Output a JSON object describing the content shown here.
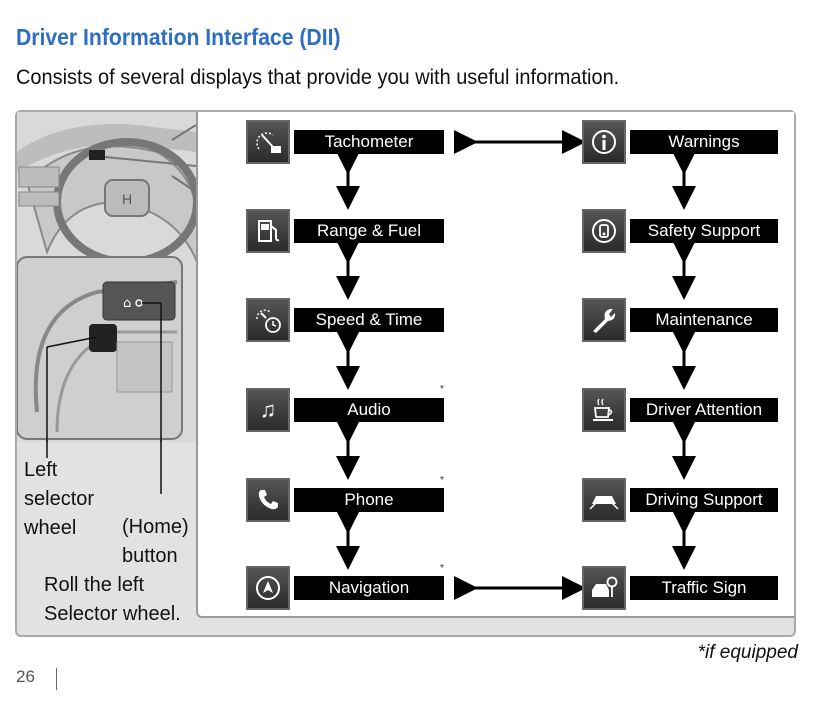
{
  "title": "Driver Information Interface (DII)",
  "subtitle": "Consists of several displays that provide you with useful information.",
  "displays_left": [
    {
      "label": "Tachometer",
      "icon": "tachometer-icon",
      "equipped_mark": ""
    },
    {
      "label": "Range & Fuel",
      "icon": "fuel-pump-icon",
      "equipped_mark": ""
    },
    {
      "label": "Speed & Time",
      "icon": "speed-time-icon",
      "equipped_mark": ""
    },
    {
      "label": "Audio",
      "icon": "music-note-icon",
      "equipped_mark": "*"
    },
    {
      "label": "Phone",
      "icon": "phone-icon",
      "equipped_mark": "*"
    },
    {
      "label": "Navigation",
      "icon": "navigation-icon",
      "equipped_mark": "*"
    }
  ],
  "displays_right": [
    {
      "label": "Warnings",
      "icon": "info-icon"
    },
    {
      "label": "Safety Support",
      "icon": "safety-support-icon"
    },
    {
      "label": "Maintenance",
      "icon": "wrench-icon"
    },
    {
      "label": "Driver Attention",
      "icon": "coffee-cup-icon"
    },
    {
      "label": "Driving Support",
      "icon": "driving-support-icon"
    },
    {
      "label": "Traffic Sign",
      "icon": "traffic-sign-icon"
    }
  ],
  "illustration": {
    "left_selector_label": "Left\nselector\nwheel",
    "home_button_label": "(Home)\nbutton",
    "instruction": "Roll the left\nSelector wheel."
  },
  "footnote": "*if equipped",
  "page_number": "26",
  "colors": {
    "title": "#2e6fc4",
    "panel_bg": "#e2e2e2",
    "label_bg": "#000000"
  }
}
